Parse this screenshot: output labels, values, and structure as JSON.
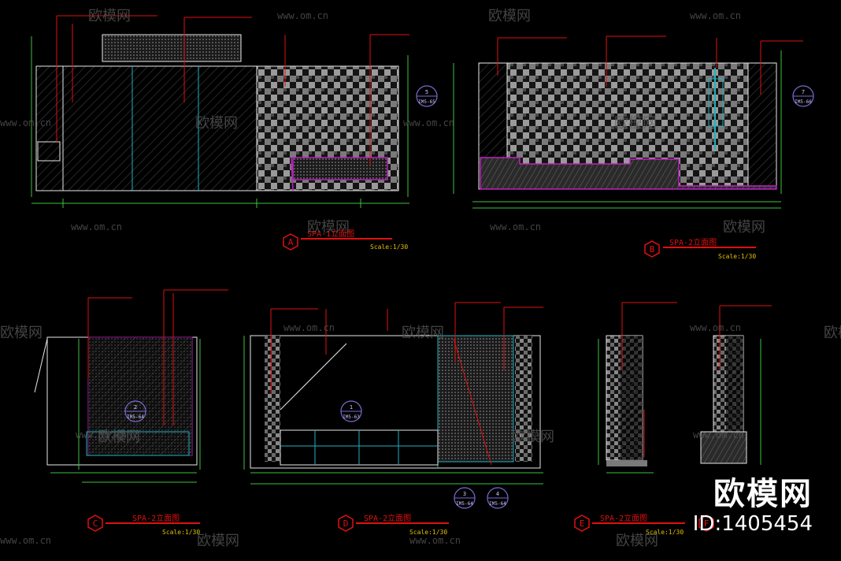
{
  "watermark": {
    "site": "www.om.cn",
    "brand": "欧模网",
    "id_label": "ID:1405454"
  },
  "elevations": [
    {
      "letter": "A",
      "title": "SPA-1立面图",
      "scale": "Scale:1/30"
    },
    {
      "letter": "B",
      "title": "SPA-2立面图",
      "scale": "Scale:1/30"
    },
    {
      "letter": "C",
      "title": "SPA-2立面图",
      "scale": "Scale:1/30"
    },
    {
      "letter": "D",
      "title": "SPA-2立面图",
      "scale": "Scale:1/30"
    },
    {
      "letter": "E",
      "title": "SPA-2立面图",
      "scale": "Scale:1/30"
    },
    {
      "letter": "F",
      "title": "",
      "scale": ""
    }
  ],
  "section_bubbles": [
    {
      "num": "5",
      "sheet": "IM5-65"
    },
    {
      "num": "7",
      "sheet": "IM5-66"
    },
    {
      "num": "2",
      "sheet": "IM5-64"
    },
    {
      "num": "1",
      "sheet": "IM5-63"
    },
    {
      "num": "3",
      "sheet": "IM5-64"
    },
    {
      "num": "4",
      "sheet": "IM5-64"
    }
  ],
  "colors": {
    "background": "#000000",
    "dimension": "#3fbf3f",
    "leader": "#e01010",
    "outline": "#e8e8e8",
    "hatch": "#8a8a8a",
    "accent_magenta": "#c020c0",
    "accent_cyan": "#20b0c0",
    "bubble": "#7a6ad0",
    "watermark": "#5a5a5a"
  }
}
